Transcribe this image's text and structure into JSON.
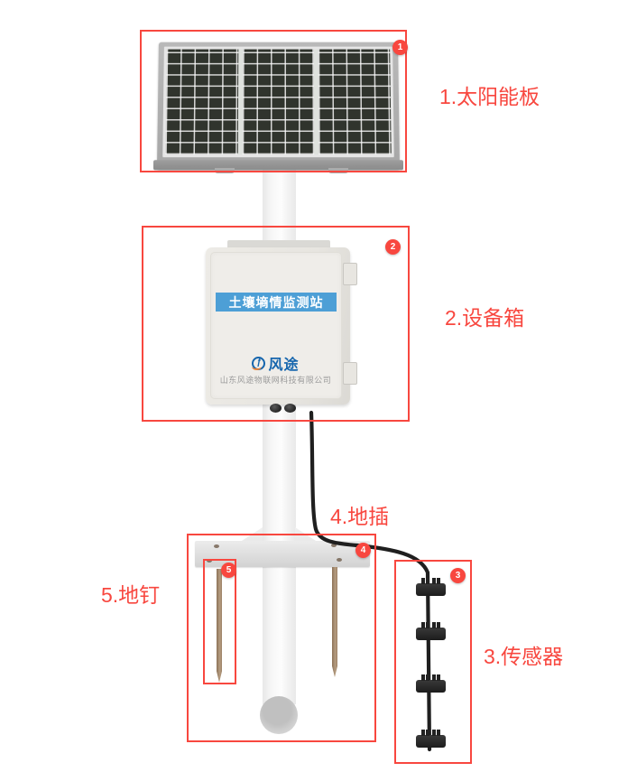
{
  "figure": {
    "banner_text": "土壤墒情监测站",
    "brand_name": "风途",
    "brand_icon_glyph": "ƒ",
    "company_name": "山东风途物联网科技有限公司"
  },
  "annotations": [
    {
      "id": "solar-panel",
      "badge": "1",
      "label": "1.太阳能板"
    },
    {
      "id": "equipment-box",
      "badge": "2",
      "label": "2.设备箱"
    },
    {
      "id": "sensor-chain",
      "badge": "3",
      "label": "3.传感器"
    },
    {
      "id": "ground-plug",
      "badge": "4",
      "label": "4.地插"
    },
    {
      "id": "ground-nail",
      "badge": "5",
      "label": "5.地钉"
    }
  ],
  "colors": {
    "annotation_red": "#f8473f",
    "banner_blue": "#4d9fd6",
    "logo_blue": "#1565ad",
    "logo_orange": "#e8833a",
    "stake_brown": "#a08365",
    "cable_black": "#1f1f1f",
    "panel_cell_green": "#30342d"
  }
}
